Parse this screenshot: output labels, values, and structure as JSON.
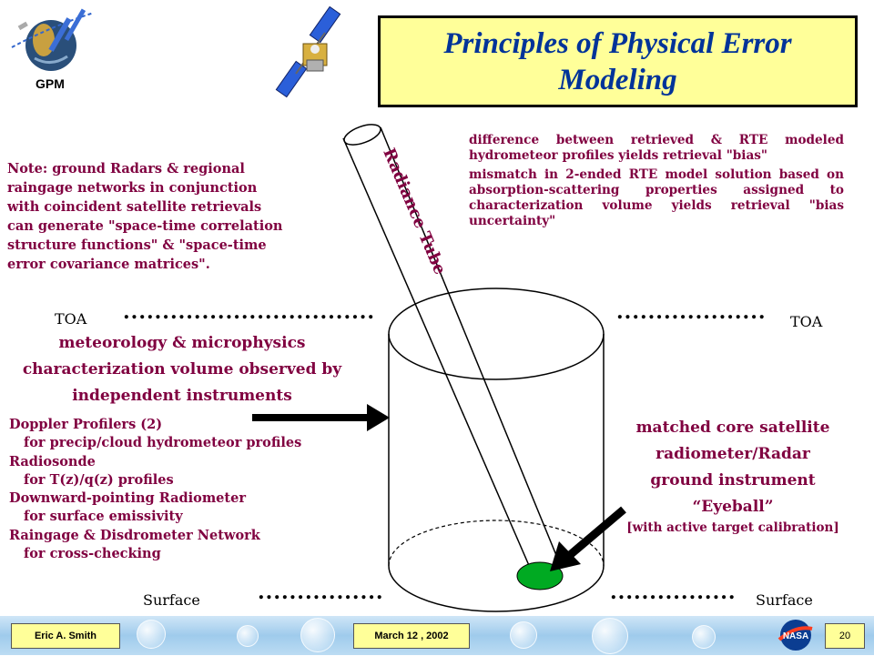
{
  "title": "Principles of Physical Error Modeling",
  "logo": {
    "label": "GPM",
    "icon": "globe-satellite-logo"
  },
  "satellite": {
    "icon": "satellite-icon"
  },
  "note_lines": [
    "Note:  ground  Radars  &  regional",
    "raingage  networks  in  conjunction",
    "with  coincident  satellite  retrievals",
    "can generate \"space-time correlation",
    "structure  functions\"  &  \"space-time",
    "error covariance matrices\"."
  ],
  "bullets_top": [
    {
      "marker": "",
      "text": "difference between retrieved & RTE modeled hydrometeor profiles yields retrieval \"bias\""
    },
    {
      "marker": "",
      "text": "mismatch in 2-ended RTE model solution based on absorption-scattering properties assigned to characterization volume  yields retrieval \"bias uncertainty\""
    }
  ],
  "radiance_tube_label": "Radiance Tube",
  "toa_left": "TOA",
  "toa_right": "TOA",
  "dots_top_left": "................................",
  "dots_top_right": "...................",
  "dots_bottom_left": "................",
  "dots_bottom_right": "................",
  "surface_left": "Surface",
  "surface_right": "Surface",
  "meteorology_lines": [
    "meteorology & microphysics",
    "characterization volume observed by",
    "independent instruments"
  ],
  "instruments": [
    {
      "marker": "",
      "name": "Doppler Profilers (2)",
      "detail": "for precip/cloud hydrometeor profiles"
    },
    {
      "marker": "",
      "name": "Radiosonde",
      "detail": "for T(z)/q(z) profiles"
    },
    {
      "marker": "",
      "name": "Downward-pointing Radiometer",
      "detail": "for surface emissivity"
    },
    {
      "marker": "",
      "name": "Raingage & Disdrometer Network",
      "detail": "for cross-checking"
    }
  ],
  "matched_lines": [
    "matched core satellite",
    "radiometer/Radar",
    "ground instrument",
    "“Eyeball”"
  ],
  "matched_sub": "[with active target calibration]",
  "footer": {
    "author": "Eric A. Smith",
    "date": "March 12 , 2002",
    "page": "20",
    "nasa_icon": "nasa-logo"
  },
  "colors": {
    "accent_text": "#800040",
    "title_text": "#003399",
    "title_bg": "#ffff99",
    "eyeball": "#00aa22"
  }
}
